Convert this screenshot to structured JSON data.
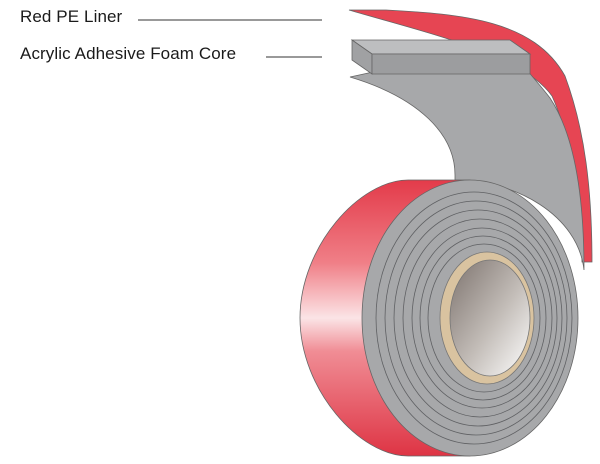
{
  "callouts": [
    {
      "id": "red-pe-liner",
      "label": "Red PE Liner"
    },
    {
      "id": "acrylic-adhesive-foam-core",
      "label": "Acrylic Adhesive Foam Core"
    }
  ],
  "colors": {
    "liner_red": "#e64553",
    "liner_red_dark": "#c9303f",
    "foam_gray": "#a7a8aa",
    "foam_gray_dark": "#8e8f92",
    "core_kraft": "#d9c3a0",
    "leader_line": "#333333"
  }
}
